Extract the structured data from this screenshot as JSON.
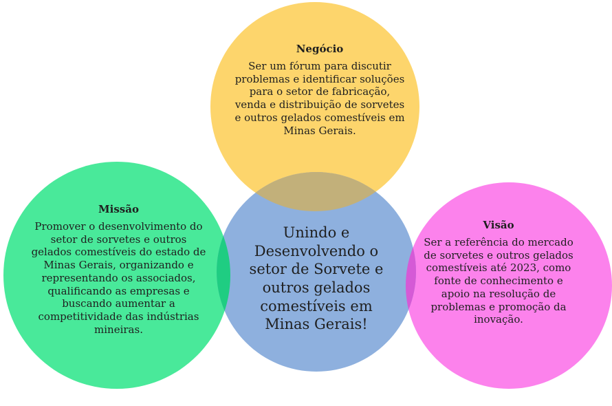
{
  "center": {
    "text": "Unindo e Desenvolvendo o setor de Sorvete e outros gelados comestíveis em Minas Gerais!"
  },
  "negocio": {
    "title": "Negócio",
    "text": "Ser um fórum para discutir problemas e identificar soluções para o setor de fabricação, venda e distribuição de sorvetes e outros gelados comestíveis em Minas Gerais."
  },
  "missao": {
    "title": "Missão",
    "text": "Promover o desenvolvimento do setor de sorvetes e outros gelados comestíveis do estado de Minas Gerais, organizando e representando os associados, qualificando as empresas e buscando aumentar a competitividade das indústrias mineiras."
  },
  "visao": {
    "title": "Visão",
    "text": "Ser a referência do mercado de sorvetes e outros gelados comestíveis até 2023, como fonte de conhecimento e apoio na resolução de problemas e promoção da inovação."
  },
  "colors": {
    "center": "#8eb0de",
    "negocio": "#fdd56c",
    "missao": "#49e99a",
    "visao": "#fc82ec",
    "overlap_top": "#c2b07a",
    "overlap_left": "#1fcd82",
    "overlap_right": "#d55ad6"
  }
}
